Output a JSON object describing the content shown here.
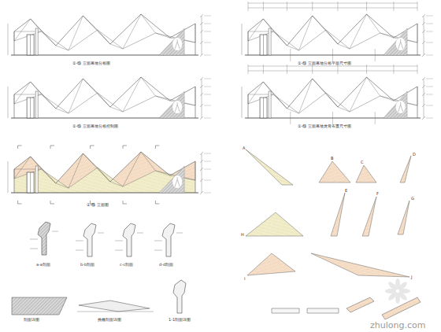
{
  "diagram": {
    "labels": [
      "①-⑬ 立面幕墙分格图",
      "①-⑬ 立面幕墙分格平面尺寸图",
      "①-⑬ 立面幕墙分格控制图",
      "①-⑬ 立面幕墙龙骨布置尺寸图",
      "①-⑬ 立面图",
      "a-a剖面",
      "b-b剖面",
      "c-c剖面",
      "d-d剖面",
      "剖面详图",
      "挑檐剖面详图",
      "1-1剖面详图",
      "A",
      "B",
      "C",
      "D",
      "E",
      "F",
      "G",
      "H",
      "I",
      "J",
      "zhulong.com"
    ]
  }
}
